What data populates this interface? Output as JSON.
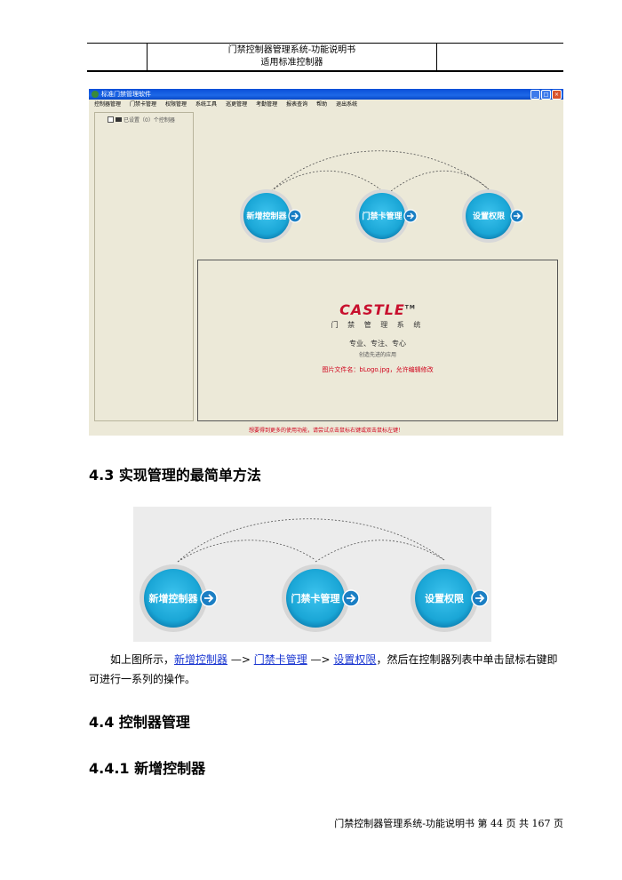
{
  "header": {
    "line1": "门禁控制器管理系统-功能说明书",
    "line2": "适用标准控制器"
  },
  "app": {
    "window_title": "标准门禁管理软件",
    "menus": [
      "控制器管理",
      "门禁卡管理",
      "权限管理",
      "系统工具",
      "巡更管理",
      "考勤管理",
      "报表查询",
      "帮助",
      "退出系统"
    ],
    "tree_label": "已设置（0）个控制器",
    "flow_buttons": [
      "新增控制器",
      "门禁卡管理",
      "设置权限"
    ],
    "logo": "CASTLE",
    "logo_tm": "TM",
    "logo_sub": "门 禁 管 理 系 统",
    "slogan": "专业、专注、专心",
    "slogan_sub": "创造先进的应用",
    "filename_note": "图片文件名：bLogo.jpg，允许编辑修改",
    "status": "想要得到更多的使用功能，请尝试点击鼠标右键或双击鼠标左键！"
  },
  "section_43": {
    "title": "4.3 实现管理的最简单方法"
  },
  "flow2": {
    "buttons": [
      "新增控制器",
      "门禁卡管理",
      "设置权限"
    ]
  },
  "paragraph": {
    "prefix": "如上图所示，",
    "link1": "新增控制器",
    "arrow1": " —> ",
    "link2": "门禁卡管理",
    "arrow2": " —> ",
    "link3": "设置权限",
    "suffix": "，然后在控制器列表中单击鼠标右键即可进行一系列的操作。"
  },
  "section_44": {
    "title": "4.4 控制器管理"
  },
  "section_441": {
    "title": "4.4.1 新增控制器"
  },
  "footer": {
    "text": "门禁控制器管理系统-功能说明书   第 44 页 共 167 页"
  },
  "colors": {
    "circle": "#1aa6d6",
    "arrow_bg": "#1b7fc4",
    "link": "#1a36d1",
    "accent_red": "#c8102e"
  }
}
